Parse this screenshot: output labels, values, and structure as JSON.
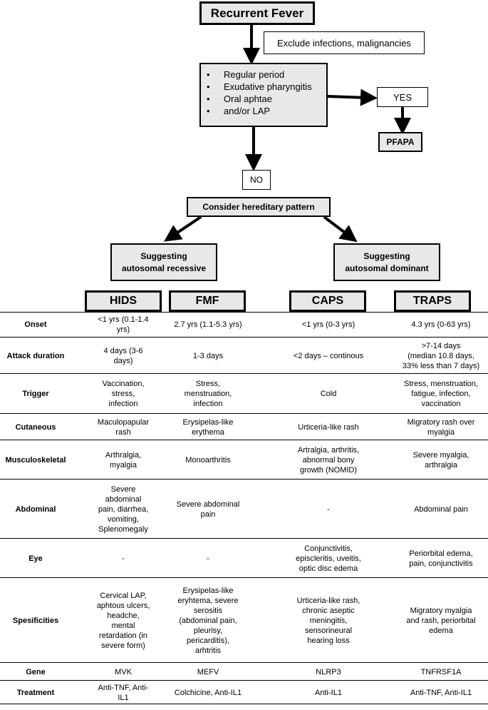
{
  "title": "Recurrent Fever",
  "exclude": "Exclude infections, malignancies",
  "criteria": [
    "Regular period",
    "Exudative pharyngitis",
    "Oral aphtae",
    "and/or LAP"
  ],
  "yes_label": "YES",
  "pfapa_label": "PFAPA",
  "no_label": "NO",
  "consider_label": "Consider hereditary pattern",
  "suggest_recessive": "Suggesting\nautosomal recessive",
  "suggest_dominant": "Suggesting\nautosomal dominant",
  "diseases": [
    "HIDS",
    "FMF",
    "CAPS",
    "TRAPS"
  ],
  "rows": [
    {
      "label": "Onset",
      "cells": [
        "<1 yrs (0.1-1.4\nyrs)",
        "2.7 yrs (1.1-5.3 yrs)",
        "<1 yrs (0-3 yrs)",
        "4.3 yrs (0-63 yrs)"
      ]
    },
    {
      "label": "Attack duration",
      "cells": [
        "4 days (3-6\ndays)",
        "1-3 days",
        "<2 days – continous",
        ">7-14 days\n(median 10.8 days,\n33% less than 7 days)"
      ]
    },
    {
      "label": "Trigger",
      "cells": [
        "Vaccination,\nstress,\ninfection",
        "Stress,\nmenstruation,\ninfection",
        "Cold",
        "Stress, menstruation,\nfatigue, infection,\nvaccination"
      ]
    },
    {
      "label": "Cutaneous",
      "cells": [
        "Maculopapular\nrash",
        "Erysipelas-like\nerythema",
        "Urticeria-like rash",
        "Migratory rash over\nmyalgia"
      ]
    },
    {
      "label": "Musculoskeletal",
      "cells": [
        "Arthralgia,\nmyalgia",
        "Monoarthritis",
        "Artralgia, arthritis,\nabnormal bony\ngrowth (NOMID)",
        "Severe myalgia,\narthralgia"
      ]
    },
    {
      "label": "Abdominal",
      "cells": [
        "Severe\nabdominal\npain, diarrhea,\nvomiting,\nSplenomegaly",
        "Severe abdominal\npain",
        "-",
        "Abdominal pain"
      ]
    },
    {
      "label": "Eye",
      "cells": [
        "-",
        "-",
        "Conjunctivitis,\nepiscleritis, uveitis,\noptic disc edema",
        "Periorbital edema,\npain, conjunctivitis"
      ]
    },
    {
      "label": "Spesificities",
      "cells": [
        "Cervical LAP,\naphtous ulcers,\nheadche,\nmental\nretardation (in\nsevere form)",
        "Erysipelas-like\neryhtema, severe\nserositis\n(abdominal pain,\npleurisy,\npericarditis),\narhtritis",
        "Urticeria-like rash,\nchronic aseptic\nmeningitis,\nsensorineural\nhearing loss",
        "Migratory myalgia\nand rash, periorbital\nedema"
      ]
    },
    {
      "label": "Gene",
      "cells": [
        "MVK",
        "MEFV",
        "NLRP3",
        "TNFRSF1A"
      ]
    },
    {
      "label": "Treatment",
      "cells": [
        "Anti-TNF, Anti-\nIL1",
        "Colchicine, Anti-IL1",
        "Anti-IL1",
        "Anti-TNF, Anti-IL1"
      ]
    }
  ]
}
